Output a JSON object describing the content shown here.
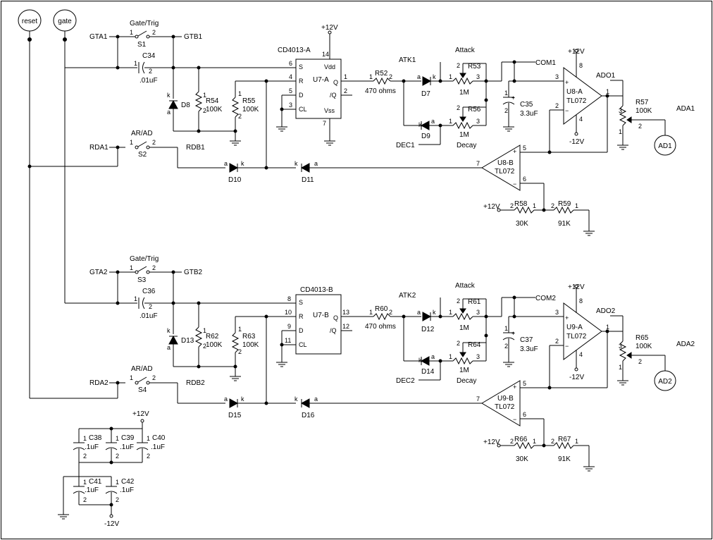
{
  "connectors": {
    "reset": "reset",
    "gate": "gate",
    "ad1": "AD1",
    "ad2": "AD2",
    "v12_label": "+12V",
    "vneg12_label": "-12V"
  },
  "channel1": {
    "gta": "GTA1",
    "gtb": "GTB1",
    "switch_name": "Gate/Trig",
    "switch_ref": "S1",
    "cap_ref": "C34",
    "cap_val": ".01uF",
    "diode_in_ref": "D8",
    "r_a_ref": "R54",
    "r_a_val": "100K",
    "r_b_ref": "R55",
    "r_b_val": "100K",
    "ff_name": "CD4013-A",
    "ff_ref": "U7-A",
    "ff_pins": [
      "6",
      "4",
      "5",
      "3",
      "14",
      "7",
      "1",
      "2"
    ],
    "r_ser_ref": "R52",
    "r_ser_val": "470 ohms",
    "atk": "ATK1",
    "dec": "DEC1",
    "d_atk_ref": "D7",
    "d_dec_ref": "D9",
    "pot_atk_ref": "R53",
    "pot_dec_ref": "R56",
    "pot_val": "1M",
    "attack": "Attack",
    "decay": "Decay",
    "com": "COM1",
    "cap2_ref": "C35",
    "cap2_val": "3.3uF",
    "opa_ref": "U8-A",
    "opa_part": "TL072",
    "opb_ref": "U8-B",
    "opb_part": "TL072",
    "ado": "ADO1",
    "ada": "ADA1",
    "pot_out_ref": "R57",
    "pot_out_val": "100K",
    "rda": "RDA1",
    "rdb": "RDB1",
    "sw2_name": "AR/AD",
    "sw2_ref": "S2",
    "d10_ref": "D10",
    "d11_ref": "D11",
    "r_div1_ref": "R58",
    "r_div1_val": "30K",
    "r_div2_ref": "R59",
    "r_div2_val": "91K",
    "opa_pins": [
      "3",
      "2",
      "1",
      "8",
      "4"
    ],
    "opb_pins": [
      "5",
      "6",
      "7"
    ]
  },
  "channel2": {
    "gta": "GTA2",
    "gtb": "GTB2",
    "switch_name": "Gate/Trig",
    "switch_ref": "S3",
    "cap_ref": "C36",
    "cap_val": ".01uF",
    "diode_in_ref": "D13",
    "r_a_ref": "R62",
    "r_a_val": "100K",
    "r_b_ref": "R63",
    "r_b_val": "100K",
    "ff_name": "CD4013-B",
    "ff_ref": "U7-B",
    "ff_pins": [
      "8",
      "10",
      "9",
      "11",
      "13",
      "12"
    ],
    "r_ser_ref": "R60",
    "r_ser_val": "470 ohms",
    "atk": "ATK2",
    "dec": "DEC2",
    "d_atk_ref": "D12",
    "d_dec_ref": "D14",
    "pot_atk_ref": "R61",
    "pot_dec_ref": "R64",
    "pot_val": "1M",
    "attack": "Attack",
    "decay": "Decay",
    "com": "COM2",
    "cap2_ref": "C37",
    "cap2_val": "3.3uF",
    "opa_ref": "U9-A",
    "opa_part": "TL072",
    "opb_ref": "U9-B",
    "opb_part": "TL072",
    "ado": "ADO2",
    "ada": "ADA2",
    "pot_out_ref": "R65",
    "pot_out_val": "100K",
    "rda": "RDA2",
    "rdb": "RDB2",
    "sw2_name": "AR/AD",
    "sw2_ref": "S4",
    "d10_ref": "D15",
    "d11_ref": "D16",
    "r_div1_ref": "R66",
    "r_div1_val": "30K",
    "r_div2_ref": "R67",
    "r_div2_val": "91K",
    "opa_pins": [
      "3",
      "2",
      "1",
      "8",
      "4"
    ],
    "opb_pins": [
      "5",
      "6",
      "7"
    ]
  },
  "ff_pin_labels": {
    "s": "S",
    "r": "R",
    "d": "D",
    "cl": "CL",
    "q": "Q",
    "qn": "/Q",
    "vdd": "Vdd",
    "vss": "Vss"
  },
  "bypass": {
    "caps": [
      {
        "ref": "C38",
        "val": ".1uF"
      },
      {
        "ref": "C39",
        "val": ".1uF"
      },
      {
        "ref": "C40",
        "val": ".1uF"
      },
      {
        "ref": "C41",
        "val": ".1uF"
      },
      {
        "ref": "C42",
        "val": ".1uF"
      }
    ]
  }
}
